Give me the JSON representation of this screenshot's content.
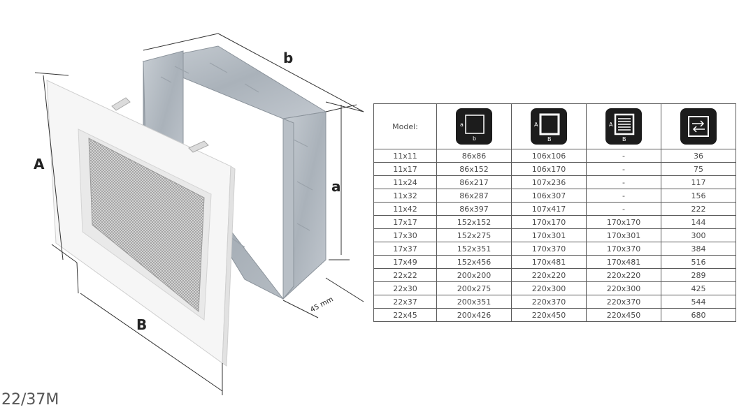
{
  "labels": {
    "dim_b_lower": "b",
    "dim_a_lower": "a",
    "dim_A_upper": "A",
    "dim_B_upper": "B",
    "depth": "45 mm"
  },
  "model_code": "22/37M",
  "table": {
    "model_header": "Model:",
    "icon_letters": {
      "c1_side": "a",
      "c1_bottom": "b",
      "c2_side": "A",
      "c2_bottom": "B",
      "c3_side": "A",
      "c3_bottom": "B"
    },
    "header_icons": [
      "inner-size-icon",
      "outer-size-icon",
      "grille-size-icon",
      "airflow-icon"
    ],
    "rows": [
      [
        "11x11",
        "86x86",
        "106x106",
        "-",
        "36"
      ],
      [
        "11x17",
        "86x152",
        "106x170",
        "-",
        "75"
      ],
      [
        "11x24",
        "86x217",
        "107x236",
        "-",
        "117"
      ],
      [
        "11x32",
        "86x287",
        "106x307",
        "-",
        "156"
      ],
      [
        "11x42",
        "86x397",
        "107x417",
        "-",
        "222"
      ],
      [
        "17x17",
        "152x152",
        "170x170",
        "170x170",
        "144"
      ],
      [
        "17x30",
        "152x275",
        "170x301",
        "170x301",
        "300"
      ],
      [
        "17x37",
        "152x351",
        "170x370",
        "170x370",
        "384"
      ],
      [
        "17x49",
        "152x456",
        "170x481",
        "170x481",
        "516"
      ],
      [
        "22x22",
        "200x200",
        "220x220",
        "220x220",
        "289"
      ],
      [
        "22x30",
        "200x275",
        "220x300",
        "220x300",
        "425"
      ],
      [
        "22x37",
        "200x351",
        "220x370",
        "220x370",
        "544"
      ],
      [
        "22x45",
        "200x426",
        "220x450",
        "220x450",
        "680"
      ]
    ]
  }
}
